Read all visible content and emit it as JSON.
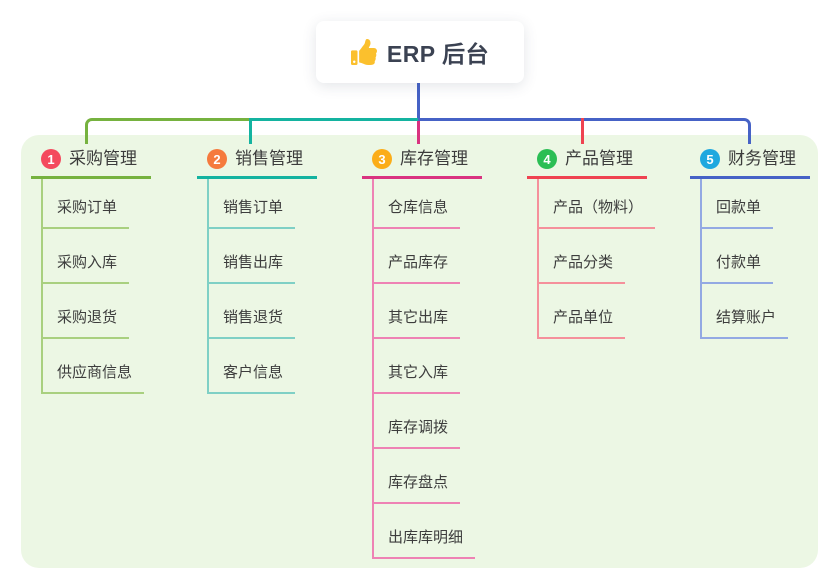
{
  "root": {
    "title": "ERP 后台",
    "icon": "thumbs-up-icon",
    "icon_color": "#FBC02D",
    "stem_color": "#4662C6"
  },
  "connector_colors": {
    "left_green": "#76B23F",
    "mid_teal": "#14B3A0",
    "right_blue": "#4662C6",
    "drop_magenta": "#D93380",
    "drop_red": "#EF4351"
  },
  "panel_color": "#ECF7E4",
  "branches": [
    {
      "num": "1",
      "title": "采购管理",
      "badge_color": "#F4495D",
      "line_color": "#76B23F",
      "sub_line_color": "#A9D07F",
      "items": [
        "采购订单",
        "采购入库",
        "采购退货",
        "供应商信息"
      ]
    },
    {
      "num": "2",
      "title": "销售管理",
      "badge_color": "#F57A3D",
      "line_color": "#14B3A0",
      "sub_line_color": "#7FD0C5",
      "items": [
        "销售订单",
        "销售出库",
        "销售退货",
        "客户信息"
      ]
    },
    {
      "num": "3",
      "title": "库存管理",
      "badge_color": "#FBAD18",
      "line_color": "#D93380",
      "sub_line_color": "#EE82B4",
      "items": [
        "仓库信息",
        "产品库存",
        "其它出库",
        "其它入库",
        "库存调拨",
        "库存盘点",
        "出库库明细"
      ]
    },
    {
      "num": "4",
      "title": "产品管理",
      "badge_color": "#2BBE54",
      "line_color": "#EF4351",
      "sub_line_color": "#F5909B",
      "items": [
        "产品（物料）",
        "产品分类",
        "产品单位"
      ]
    },
    {
      "num": "5",
      "title": "财务管理",
      "badge_color": "#1FA8DF",
      "line_color": "#4662C6",
      "sub_line_color": "#93A9E3",
      "items": [
        "回款单",
        "付款单",
        "结算账户"
      ]
    }
  ]
}
